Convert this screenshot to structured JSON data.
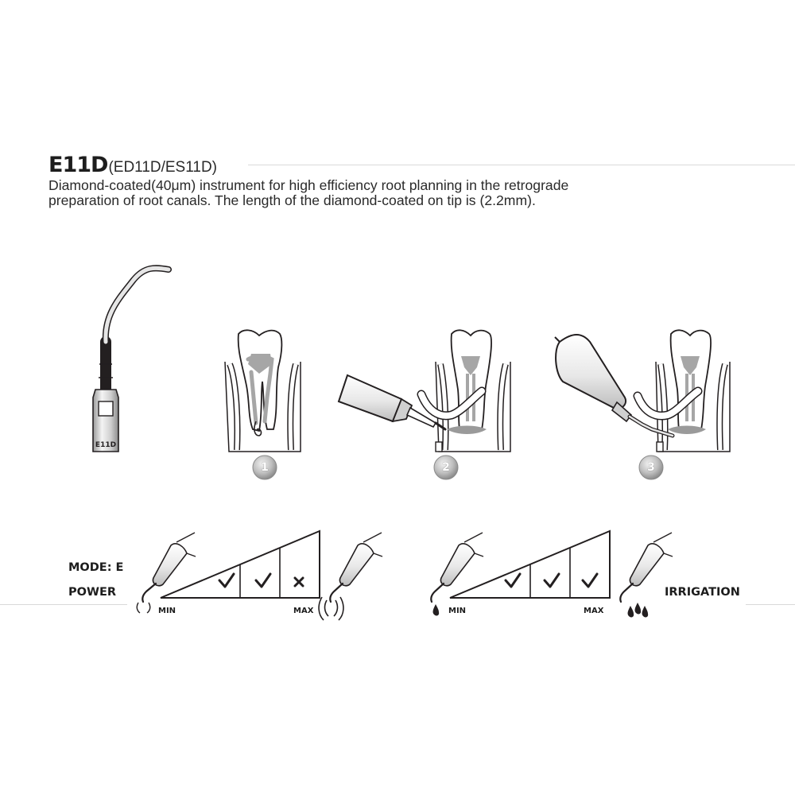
{
  "product": {
    "model": "E11D",
    "alternate_models": "(ED11D/ES11D)",
    "description_lines": [
      "Diamond-coated(40μm) instrument for high efficiency root planning in the retrograde",
      "preparation of root canals. The length of the diamond-coated on tip is (2.2mm)."
    ],
    "tip_engraving": "E11D"
  },
  "steps": [
    {
      "number": "1"
    },
    {
      "number": "2"
    },
    {
      "number": "3"
    }
  ],
  "settings": {
    "mode_label": "MODE: E",
    "power": {
      "label": "POWER",
      "min_label": "MIN",
      "max_label": "MAX",
      "levels": [
        "check-icon",
        "check-icon",
        "cross-icon"
      ]
    },
    "irrigation": {
      "label": "IRRIGATION",
      "min_label": "MIN",
      "max_label": "MAX",
      "levels": [
        "check-icon",
        "check-icon",
        "check-icon"
      ]
    }
  },
  "colors": {
    "ink": "#231f20",
    "rule": "#d9d9d9",
    "tooth_pulp": "#a6a6a6",
    "badge": "#b3b3b3"
  }
}
